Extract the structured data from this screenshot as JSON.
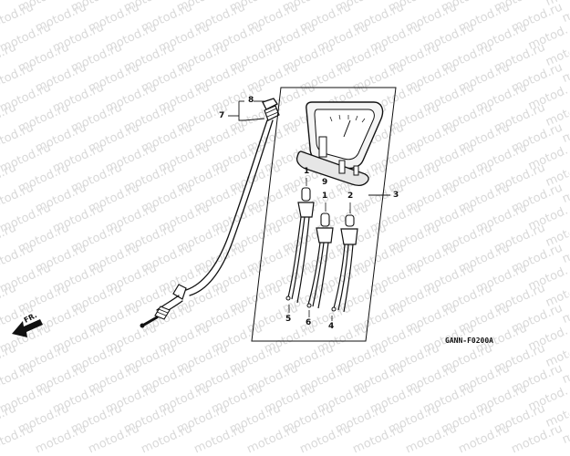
{
  "watermark_text": "motod.ru",
  "diagram_code": "GANN-F0200A",
  "direction_label": "FR.",
  "callouts": {
    "c1a": "1",
    "c1b": "1",
    "c2": "2",
    "c3": "3",
    "c4": "4",
    "c5": "5",
    "c6": "6",
    "c7": "7",
    "c8": "8",
    "c9": "9"
  },
  "parts": [
    "speedometer-cable",
    "speedometer-assembly",
    "indicator-bulb-socket",
    "bulb"
  ]
}
